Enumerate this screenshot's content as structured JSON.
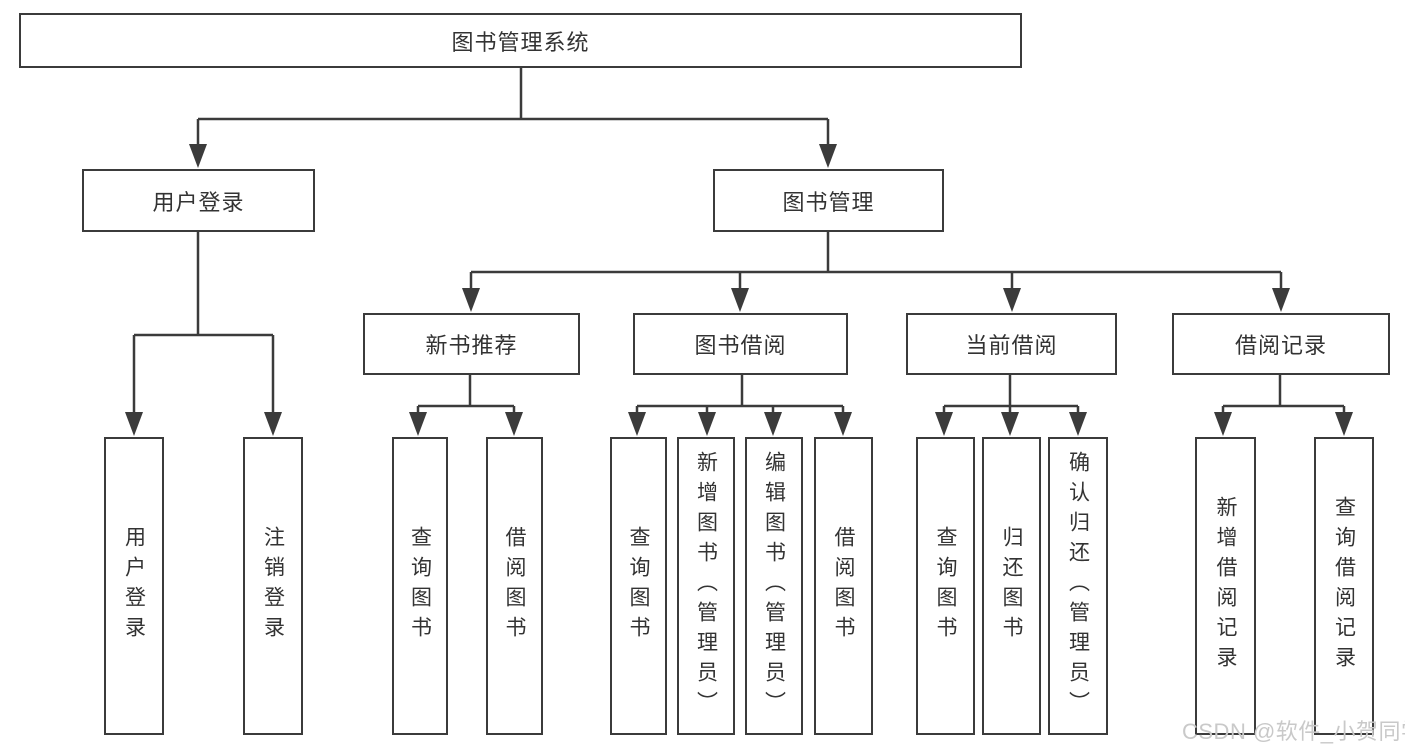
{
  "watermark": "CSDN @软件_小贺同学",
  "colors": {
    "line": "#3b3b3b",
    "text": "#333333",
    "background": "#ffffff",
    "watermark": "#c9c9c9"
  },
  "tree": {
    "label": "图书管理系统",
    "children": [
      {
        "label": "用户登录",
        "children": [
          {
            "label": "用户登录"
          },
          {
            "label": "注销登录"
          }
        ]
      },
      {
        "label": "图书管理",
        "children": [
          {
            "label": "新书推荐",
            "children": [
              {
                "label": "查询图书"
              },
              {
                "label": "借阅图书"
              }
            ]
          },
          {
            "label": "图书借阅",
            "children": [
              {
                "label": "查询图书"
              },
              {
                "label": "新增图书（管理员）"
              },
              {
                "label": "编辑图书（管理员）"
              },
              {
                "label": "借阅图书"
              }
            ]
          },
          {
            "label": "当前借阅",
            "children": [
              {
                "label": "查询图书"
              },
              {
                "label": "归还图书"
              },
              {
                "label": "确认归还（管理员）"
              }
            ]
          },
          {
            "label": "借阅记录",
            "children": [
              {
                "label": "新增借阅记录"
              },
              {
                "label": "查询借阅记录"
              }
            ]
          }
        ]
      }
    ]
  }
}
